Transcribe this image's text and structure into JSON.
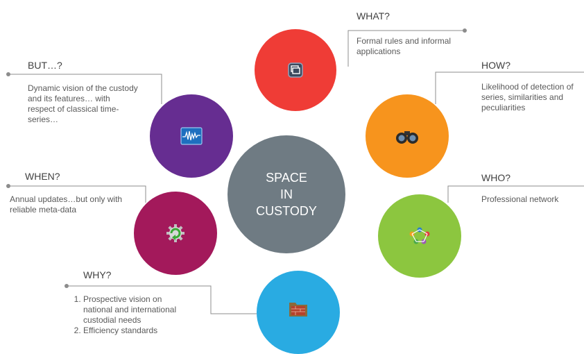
{
  "center": {
    "lines": [
      "SPACE",
      "IN",
      "CUSTODY"
    ],
    "color": "#6f7b83"
  },
  "nodes": {
    "what": {
      "heading": "WHAT?",
      "text": "Formal rules and informal applications",
      "color": "#ef3c36",
      "icon": "gallery-icon"
    },
    "how": {
      "heading": "HOW?",
      "text": "Likelihood of detection of series, similarities and peculiarities",
      "color": "#f7941d",
      "icon": "binoculars-icon"
    },
    "who": {
      "heading": "WHO?",
      "text": "Professional network",
      "color": "#8cc63f",
      "icon": "people-network-icon"
    },
    "why": {
      "heading": "WHY?",
      "items": [
        "Prospective vision on national and international custodial needs",
        "Efficiency standards"
      ],
      "color": "#29abe2",
      "icon": "folder-icon"
    },
    "when": {
      "heading": "WHEN?",
      "text": "Annual updates…but only with reliable meta-data",
      "color": "#a3195b",
      "icon": "refresh-gear-icon"
    },
    "but": {
      "heading": "BUT…?",
      "text": "Dynamic vision of the custody and its features… with respect of classical time-series…",
      "color": "#662d91",
      "icon": "waveform-icon"
    }
  },
  "connector_color": "#8c8c8c"
}
